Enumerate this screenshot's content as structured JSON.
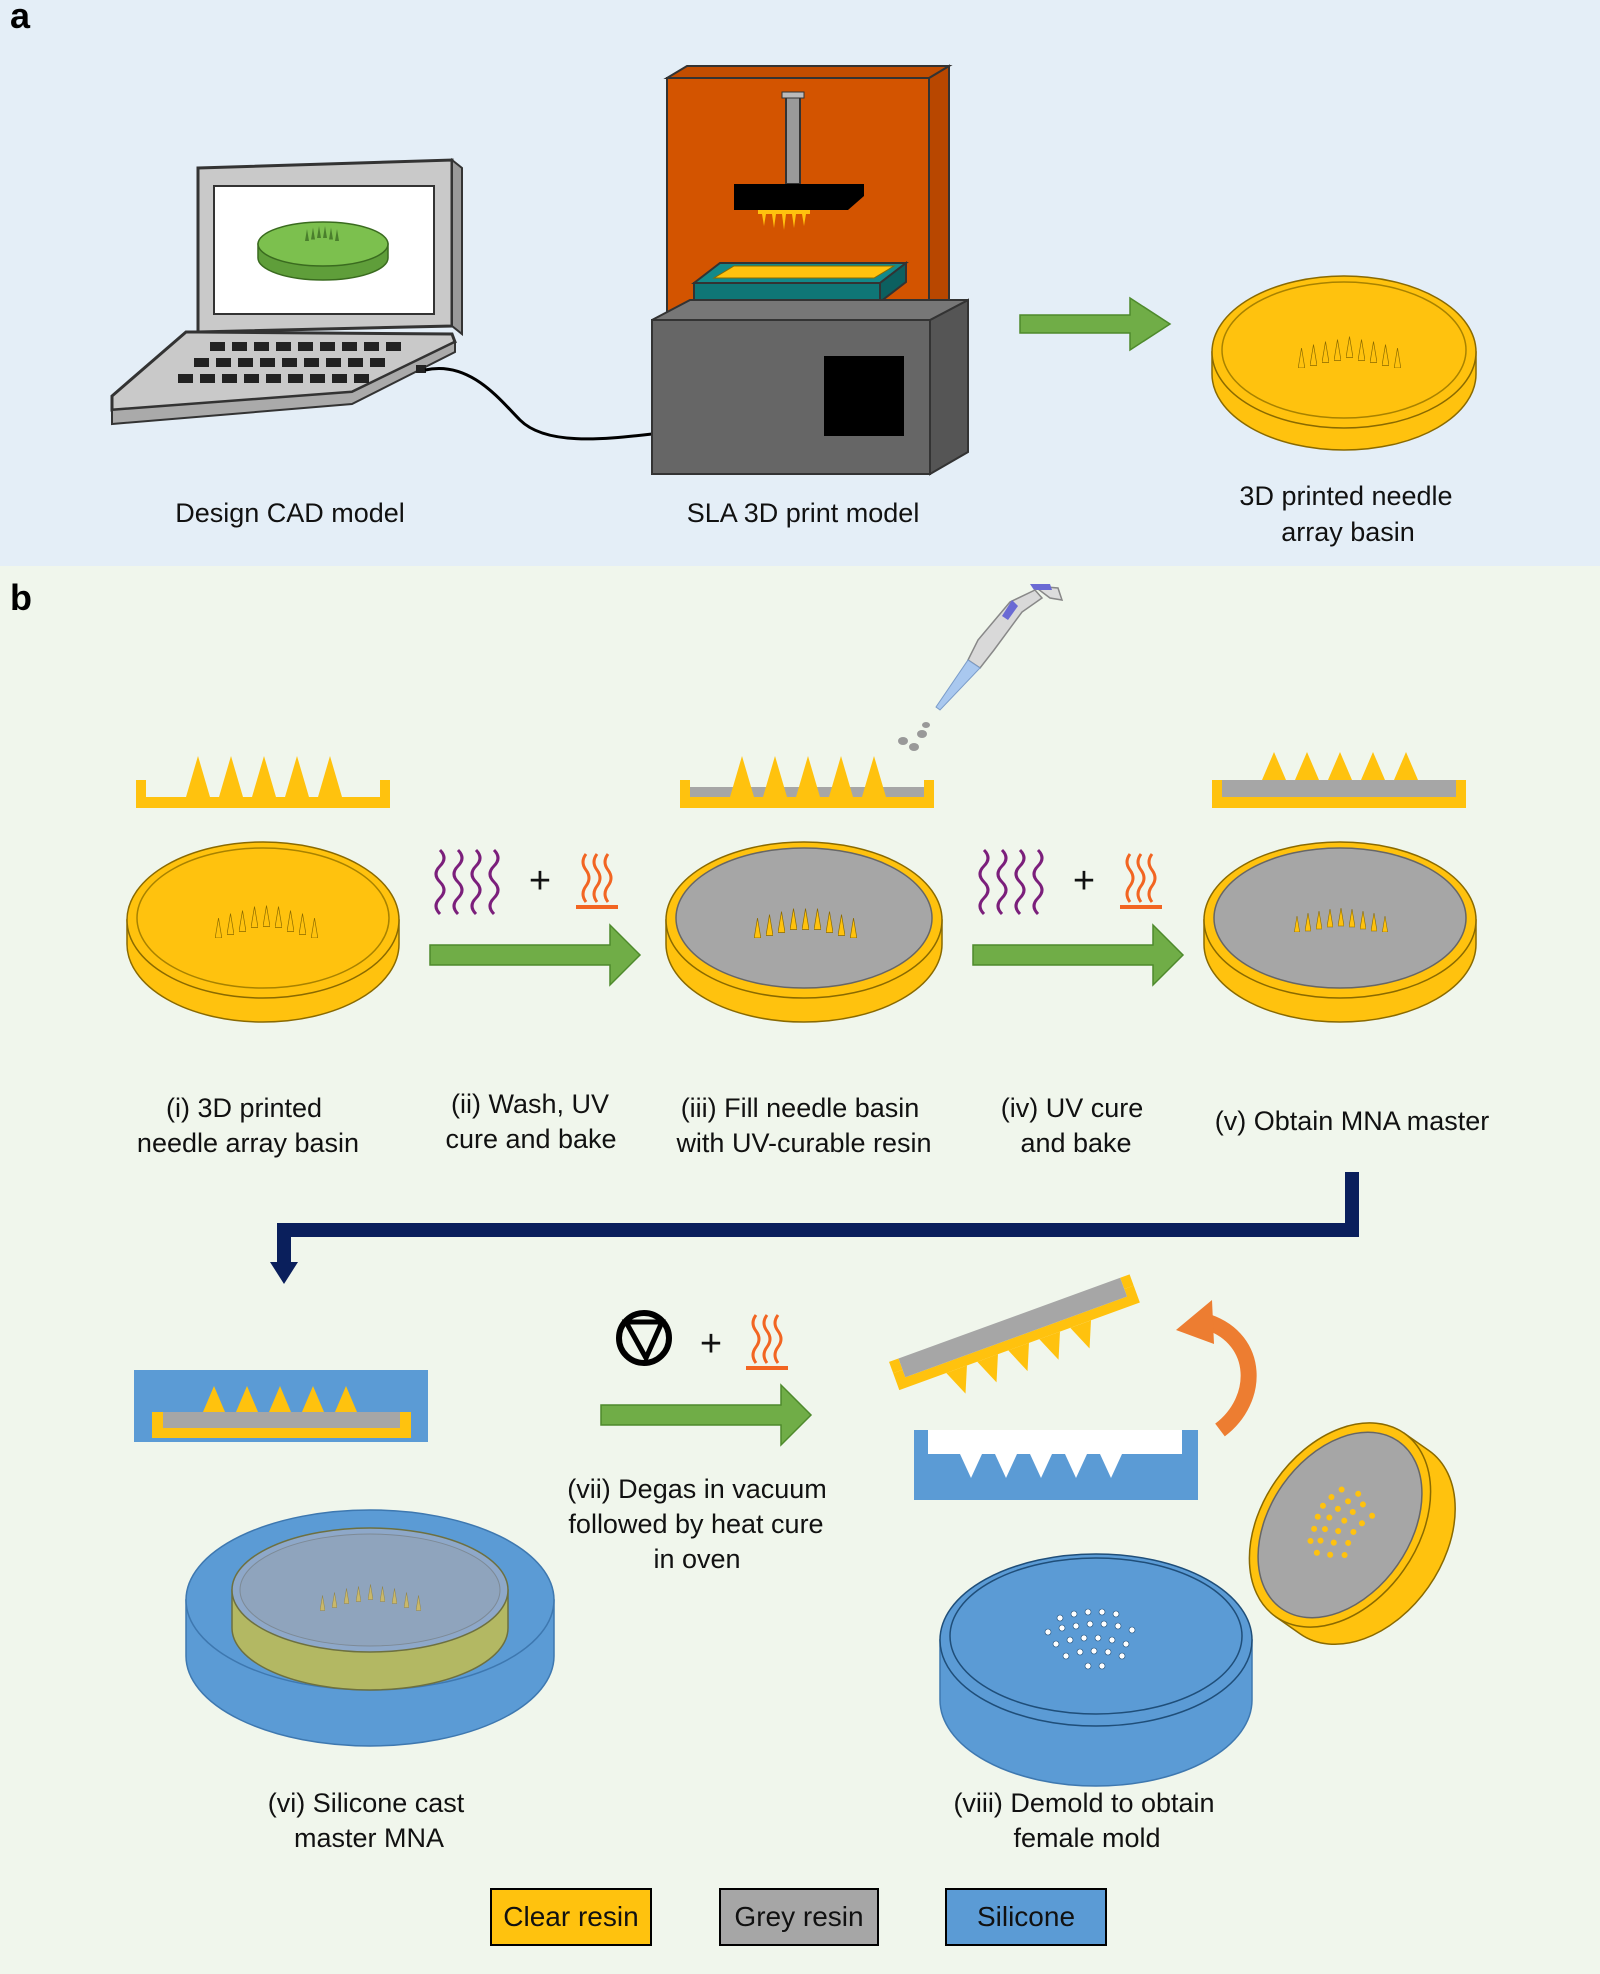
{
  "panels": {
    "a": {
      "letter": "a",
      "captions": {
        "design": "Design CAD model",
        "print": "SLA 3D print model",
        "basin_line1": "3D printed needle",
        "basin_line2": "array basin"
      }
    },
    "b": {
      "letter": "b",
      "steps": {
        "i_line1": "(i) 3D printed",
        "i_line2": "needle array basin",
        "ii_line1": "(ii) Wash, UV",
        "ii_line2": "cure and bake",
        "iii_line1": "(iii) Fill needle basin",
        "iii_line2": "with UV-curable resin",
        "iv_line1": "(iv) UV cure",
        "iv_line2": "and bake",
        "v": "(v) Obtain MNA master",
        "vi_line1": "(vi) Silicone cast",
        "vi_line2": "master MNA",
        "vii_line1": "(vii) Degas in vacuum",
        "vii_line2": "followed by heat cure",
        "vii_line3": "in oven",
        "viii_line1": "(viii) Demold to obtain",
        "viii_line2": "female mold"
      },
      "plus": "+"
    }
  },
  "legend": [
    {
      "label": "Clear resin",
      "color": "#ffc20e"
    },
    {
      "label": "Grey resin",
      "color": "#a6a6a6"
    },
    {
      "label": "Silicone",
      "color": "#5b9bd5"
    }
  ],
  "colors": {
    "panel_a_bg": "#e4eef7",
    "panel_b_bg": "#f0f6ec",
    "clear_resin": "#ffc20e",
    "grey_resin": "#a6a6a6",
    "silicone": "#5b9bd5",
    "arrow_green": "#70ad47",
    "arrow_navy": "#0a1f5c",
    "printer_orange": "#d35400",
    "printer_grey": "#666666",
    "uv_purple": "#7b1f7b",
    "heat_orange": "#f26522"
  }
}
